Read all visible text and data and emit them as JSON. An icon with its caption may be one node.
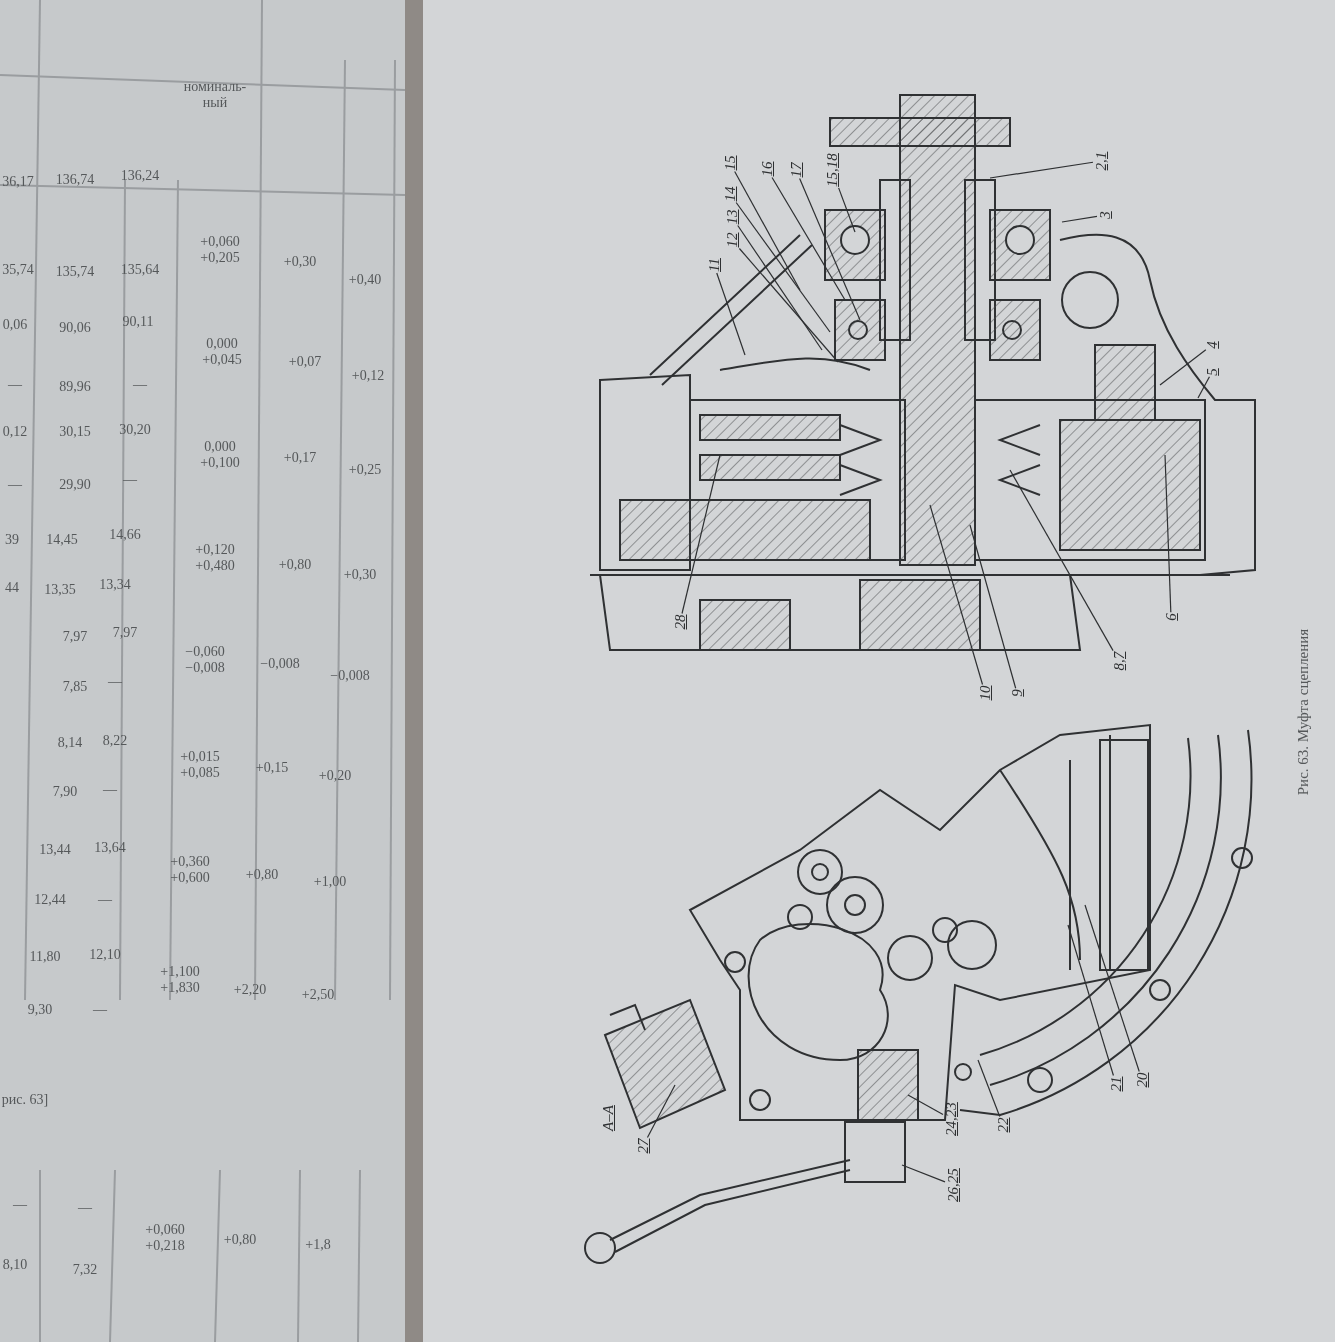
{
  "diagram": {
    "caption": "Рис. 63. Муфта сцепления",
    "nodes": [
      {
        "text": [
          "15"
        ]
      },
      {
        "text": [
          "16"
        ]
      },
      {
        "text": [
          "17"
        ]
      },
      {
        "text": [
          "15,18"
        ]
      },
      {
        "text": [
          "2,1"
        ]
      },
      {
        "text": [
          "3"
        ]
      },
      {
        "text": [
          "14"
        ]
      },
      {
        "text": [
          "13"
        ]
      },
      {
        "text": [
          "12"
        ]
      },
      {
        "text": [
          "11"
        ]
      },
      {
        "text": [
          "4"
        ]
      },
      {
        "text": [
          "5"
        ]
      },
      {
        "text": [
          "28"
        ]
      },
      {
        "text": [
          "6"
        ]
      },
      {
        "text": [
          "8,7"
        ]
      },
      {
        "text": [
          "10"
        ]
      },
      {
        "text": [
          "9"
        ]
      },
      {
        "text": [
          "27"
        ]
      },
      {
        "text": [
          "24,23"
        ]
      },
      {
        "text": [
          "22"
        ]
      },
      {
        "text": [
          "26,25"
        ]
      },
      {
        "text": [
          "21"
        ]
      },
      {
        "text": [
          "20"
        ]
      }
    ],
    "edges": [
      {
        "from": 0,
        "to": null,
        "arrow": "none"
      },
      {
        "from": 1,
        "to": null,
        "arrow": "none"
      },
      {
        "from": 2,
        "to": null,
        "arrow": "none"
      },
      {
        "from": 3,
        "to": null,
        "arrow": "none"
      },
      {
        "from": 4,
        "to": null,
        "arrow": "none"
      },
      {
        "from": 5,
        "to": null,
        "arrow": "none"
      },
      {
        "from": 6,
        "to": null,
        "arrow": "none"
      },
      {
        "from": 7,
        "to": null,
        "arrow": "none"
      },
      {
        "from": 8,
        "to": null,
        "arrow": "none"
      },
      {
        "from": 9,
        "to": null,
        "arrow": "none"
      },
      {
        "from": 10,
        "to": null,
        "arrow": "none"
      },
      {
        "from": 11,
        "to": null,
        "arrow": "none"
      },
      {
        "from": 12,
        "to": null,
        "arrow": "none"
      },
      {
        "from": 13,
        "to": null,
        "arrow": "none"
      },
      {
        "from": 14,
        "to": null,
        "arrow": "none"
      },
      {
        "from": 15,
        "to": null,
        "arrow": "none"
      },
      {
        "from": 16,
        "to": null,
        "arrow": "none"
      },
      {
        "from": 17,
        "to": null,
        "arrow": "none"
      },
      {
        "from": 18,
        "to": null,
        "arrow": "none"
      },
      {
        "from": 19,
        "to": null,
        "arrow": "none"
      },
      {
        "from": 20,
        "to": null,
        "arrow": "none"
      },
      {
        "from": 21,
        "to": null,
        "arrow": "none"
      },
      {
        "from": 22,
        "to": null,
        "arrow": "none"
      }
    ],
    "labels": [
      "номиналь- ный",
      "36,17",
      "136,74",
      "136,24",
      "+0,060 +0,205",
      "+0,30",
      "+0,40",
      "35,74",
      "135,74",
      "135,64",
      "0,06",
      "90,06",
      "90,11",
      "0,000 +0,045",
      "+0,07",
      "+0,12",
      "—",
      "89,96",
      "—",
      "0,12",
      "30,15",
      "30,20",
      "0,000 +0,100",
      "+0,17",
      "+0,25",
      "—",
      "29,90",
      "—",
      "39",
      "14,45",
      "14,66",
      "+0,120 +0,480",
      "+0,80",
      "+0,30",
      "44",
      "13,35",
      "13,34",
      "7,97",
      "7,97",
      "−0,060 −0,008",
      "−0,008",
      "−0,008",
      "7,85",
      "—",
      "8,14",
      "8,22",
      "+0,015 +0,085",
      "+0,15",
      "+0,20",
      "7,90",
      "—",
      "13,44",
      "13,64",
      "+0,360 +0,600",
      "+0,80",
      "+1,00",
      "12,44",
      "—",
      "11,80",
      "12,10",
      "+1,100 +1,830",
      "+2,20",
      "+2,50",
      "9,30",
      "—",
      "рис. 63]",
      "—",
      "—",
      "+0,060 +0,218",
      "+0,80",
      "+1,8",
      "8,10",
      "7,32",
      "А–А"
    ]
  }
}
